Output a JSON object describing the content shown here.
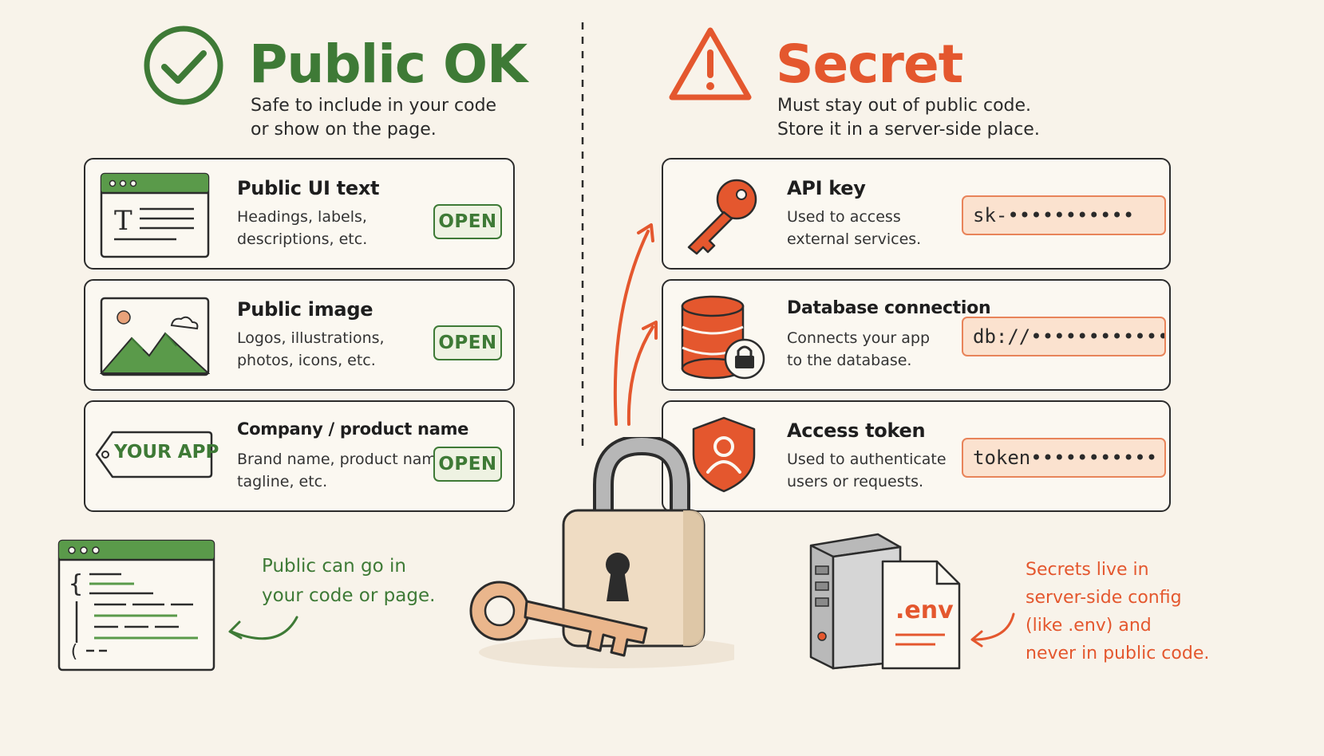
{
  "colors": {
    "public": "#3e7a36",
    "secret": "#e4572e",
    "background": "#f8f3ea",
    "outline": "#2c2c2c"
  },
  "public": {
    "icon": "check-circle-icon",
    "title": "Public OK",
    "subtitle_line1": "Safe to include in your code",
    "subtitle_line2": "or show on the page.",
    "badge_label": "OPEN",
    "cards": [
      {
        "icon": "text-window-icon",
        "title": "Public UI text",
        "desc_line1": "Headings, labels,",
        "desc_line2": "descriptions, etc."
      },
      {
        "icon": "image-landscape-icon",
        "title": "Public image",
        "desc_line1": "Logos, illustrations,",
        "desc_line2": "photos, icons, etc."
      },
      {
        "icon": "price-tag-icon",
        "tag_text": "YOUR APP",
        "title": "Company / product name",
        "desc_line1": "Brand name, product name,",
        "desc_line2": "tagline, etc."
      }
    ],
    "note_line1": "Public can go in",
    "note_line2": "your code or page."
  },
  "secret": {
    "icon": "warning-triangle-icon",
    "title": "Secret",
    "subtitle_line1": "Must stay out of public code.",
    "subtitle_line2": "Store it in a server-side place.",
    "cards": [
      {
        "icon": "key-icon",
        "title": "API key",
        "desc_line1": "Used to access",
        "desc_line2": "external services.",
        "field": "sk-•••••••••••"
      },
      {
        "icon": "database-lock-icon",
        "title": "Database connection",
        "desc_line1": "Connects your app",
        "desc_line2": "to the database.",
        "field": "db://••••••••••••"
      },
      {
        "icon": "shield-user-icon",
        "title": "Access token",
        "desc_line1": "Used to authenticate",
        "desc_line2": "users or requests.",
        "field": "token•••••••••••"
      }
    ],
    "env_file_label": ".env",
    "note_line1": "Secrets live in",
    "note_line2": "server-side config",
    "note_line3": "(like .env) and",
    "note_line4": "never in public code."
  }
}
